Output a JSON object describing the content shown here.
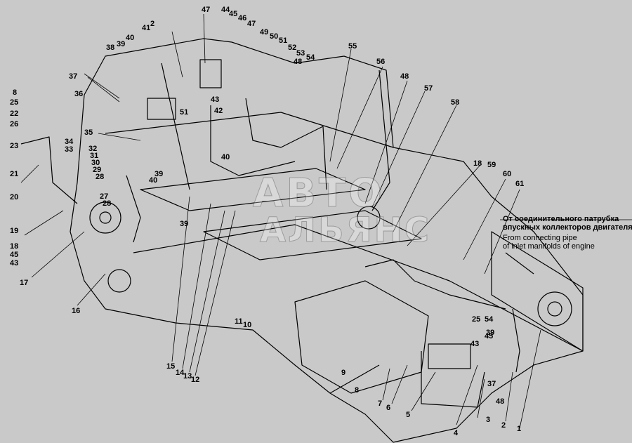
{
  "watermark": {
    "line1": "АВТО",
    "line2": "АЛЬЯНС"
  },
  "note": {
    "ru_line1": "От соединительного патрубка",
    "ru_line2": "впускных коллекторов двигателя",
    "en_line1": "From connecting pipe",
    "en_line2": "of inlet manifolds of engine"
  },
  "callouts": [
    "1",
    "2",
    "2",
    "3",
    "4",
    "5",
    "6",
    "7",
    "8",
    "8",
    "9",
    "10",
    "11",
    "12",
    "13",
    "14",
    "15",
    "16",
    "17",
    "18",
    "18",
    "19",
    "20",
    "21",
    "22",
    "23",
    "25",
    "25",
    "26",
    "27",
    "28",
    "28",
    "29",
    "30",
    "31",
    "32",
    "33",
    "34",
    "35",
    "36",
    "37",
    "37",
    "38",
    "39",
    "39",
    "39",
    "39",
    "40",
    "40",
    "40",
    "41",
    "42",
    "43",
    "43",
    "43",
    "44",
    "45",
    "45",
    "45",
    "46",
    "47",
    "47",
    "48",
    "48",
    "48",
    "49",
    "50",
    "51",
    "51",
    "52",
    "53",
    "54",
    "54",
    "55",
    "56",
    "57",
    "58",
    "59",
    "60",
    "61"
  ],
  "colors": {
    "background": "#c9c9c9",
    "line": "#000000",
    "fill": "#c9c9c9"
  }
}
